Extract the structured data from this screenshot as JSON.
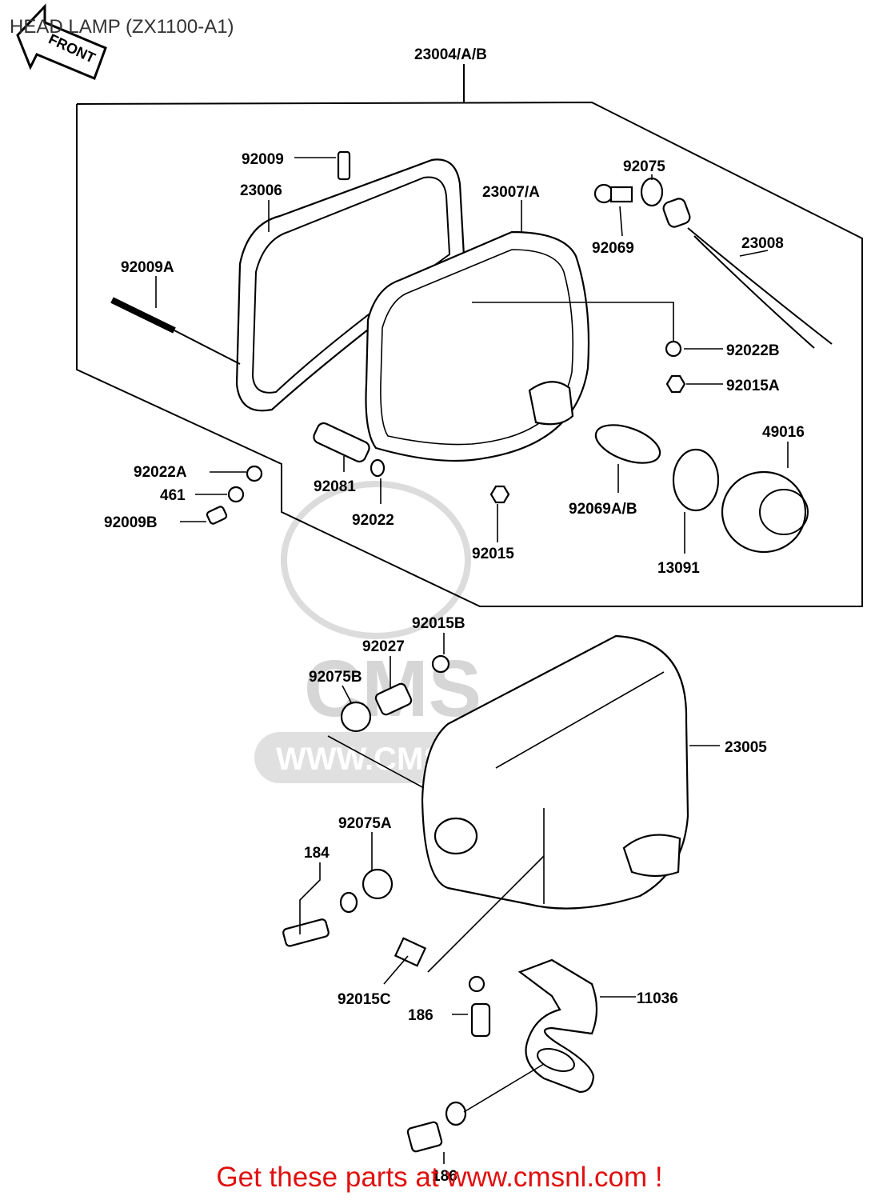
{
  "title": "HEAD LAMP (ZX1100-A1)",
  "front_arrow_label": "FRONT",
  "watermark": {
    "brand": "CMS",
    "url": "WWW.CMSNL.COM"
  },
  "part_labels": {
    "p23004": "23004/A/B",
    "p92009": "92009",
    "p23006": "23006",
    "p23007": "23007/A",
    "p92075": "92075",
    "p92069": "92069",
    "p23008": "23008",
    "p92009A": "92009A",
    "p92022B": "92022B",
    "p92015A": "92015A",
    "p49016": "49016",
    "p92022A": "92022A",
    "p461": "461",
    "p92009B": "92009B",
    "p92081": "92081",
    "p92022": "92022",
    "p92069AB": "92069A/B",
    "p92015": "92015",
    "p13091": "13091",
    "p92015B": "92015B",
    "p92027": "92027",
    "p92075B": "92075B",
    "p23005": "23005",
    "p92075A": "92075A",
    "p184": "184",
    "p92015C": "92015C",
    "p186a": "186",
    "p11036": "11036",
    "p186b": "186"
  },
  "footer": "Get these parts at www.cmsnl.com !",
  "colors": {
    "footer": "#e01010",
    "lines": "#000000",
    "watermark": "#d6d6d6"
  }
}
